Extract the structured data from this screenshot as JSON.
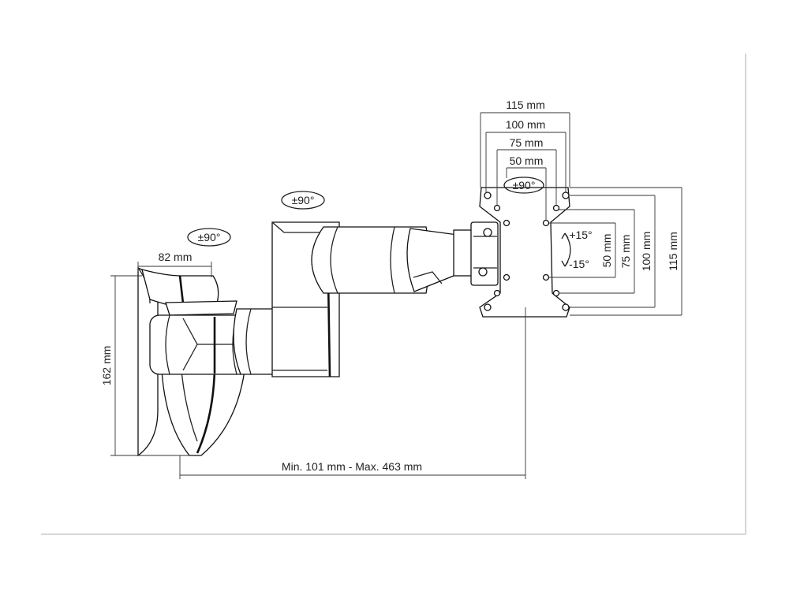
{
  "rotations": {
    "arm_joint": "±90°",
    "wall_joint": "±90°",
    "head_joint": "±90°"
  },
  "dimensions": {
    "base_width": "82 mm",
    "base_height": "162 mm",
    "reach": "Min. 101 mm - Max. 463 mm",
    "vesa_h": [
      "115 mm",
      "100 mm",
      "75 mm",
      "50 mm"
    ],
    "vesa_v": [
      "50 mm",
      "75 mm",
      "100 mm",
      "115 mm"
    ]
  },
  "tilt": {
    "up": "+15°",
    "down": "-15°"
  }
}
